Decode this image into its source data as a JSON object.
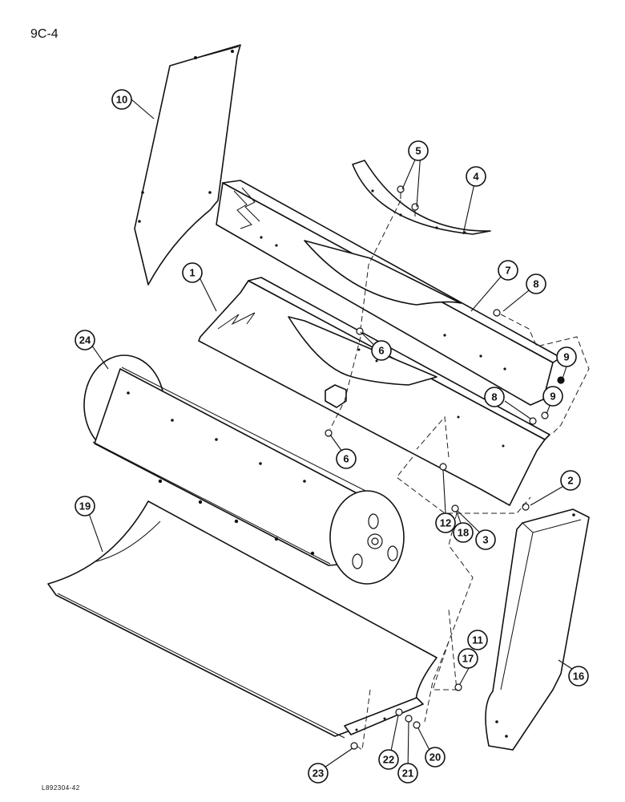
{
  "page": {
    "number": "9C-4",
    "drawing_code": "L892304-42"
  },
  "callouts": {
    "c1": "1",
    "c2": "2",
    "c3": "3",
    "c4": "4",
    "c5": "5",
    "c6a": "6",
    "c6b": "6",
    "c7": "7",
    "c8a": "8",
    "c8b": "8",
    "c9a": "9",
    "c9b": "9",
    "c10": "10",
    "c11": "11",
    "c12": "12",
    "c16": "16",
    "c17": "17",
    "c18": "18",
    "c19": "19",
    "c20": "20",
    "c21": "21",
    "c22": "22",
    "c23": "23",
    "c24": "24"
  }
}
